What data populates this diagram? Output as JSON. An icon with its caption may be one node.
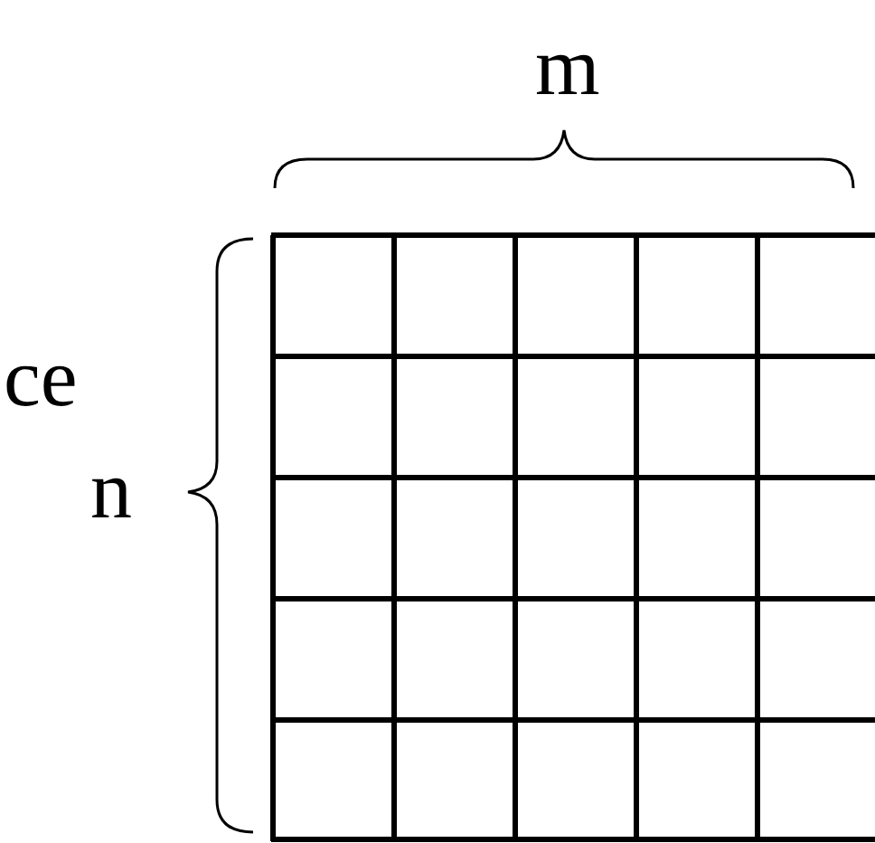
{
  "diagram": {
    "labels": [
      "m",
      "ce",
      "n"
    ]
  }
}
